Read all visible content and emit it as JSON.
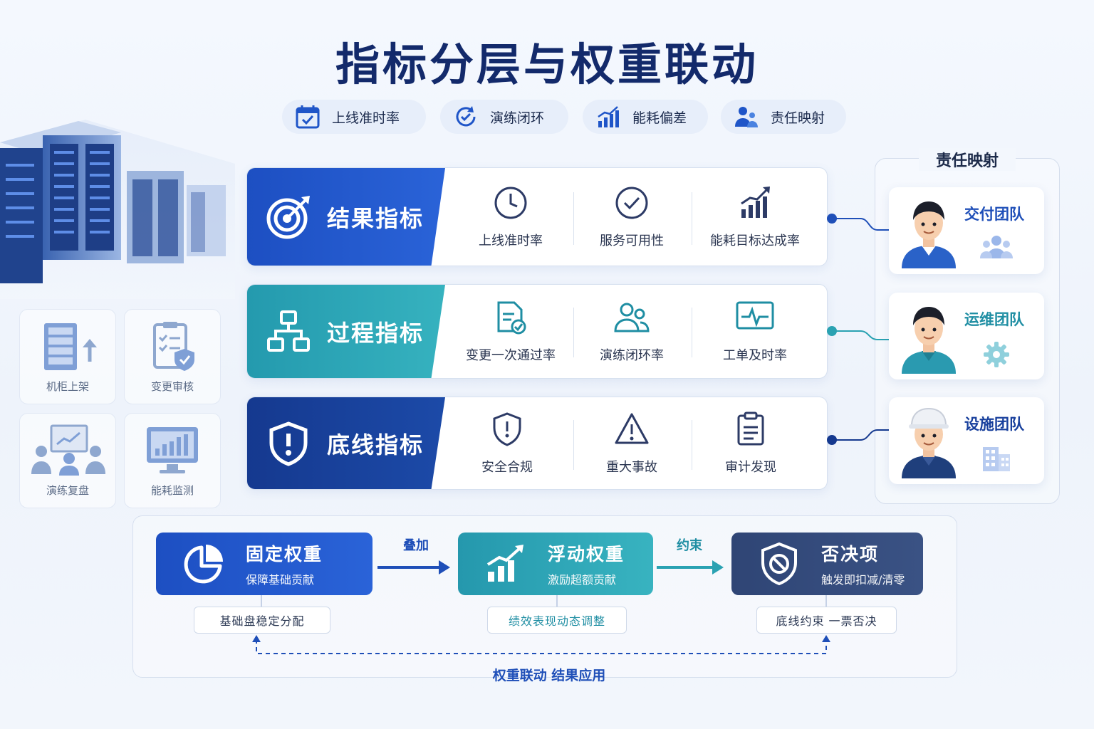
{
  "title": "指标分层与权重联动",
  "chips": [
    {
      "label": "上线准时率",
      "icon": "calendar-check-icon"
    },
    {
      "label": "演练闭环",
      "icon": "cycle-check-icon"
    },
    {
      "label": "能耗偏差",
      "icon": "bar-trend-icon"
    },
    {
      "label": "责任映射",
      "icon": "team-icon"
    }
  ],
  "tiles": [
    {
      "label": "机柜上架",
      "icon": "server-rack-icon"
    },
    {
      "label": "变更审核",
      "icon": "checklist-shield-icon"
    },
    {
      "label": "演练复盘",
      "icon": "meeting-icon"
    },
    {
      "label": "能耗监测",
      "icon": "monitor-chart-icon"
    }
  ],
  "rows": [
    {
      "title": "结果指标",
      "color": "#1f55c8",
      "icon": "target-icon",
      "metrics": [
        {
          "label": "上线准时率",
          "icon": "clock-icon"
        },
        {
          "label": "服务可用性",
          "icon": "check-circle-icon"
        },
        {
          "label": "能耗目标达成率",
          "icon": "bar-chart-icon"
        }
      ]
    },
    {
      "title": "过程指标",
      "color": "#2aa2b2",
      "icon": "hierarchy-icon",
      "metrics": [
        {
          "label": "变更一次通过率",
          "icon": "doc-check-icon"
        },
        {
          "label": "演练闭环率",
          "icon": "people-icon"
        },
        {
          "label": "工单及时率",
          "icon": "pulse-monitor-icon"
        }
      ]
    },
    {
      "title": "底线指标",
      "color": "#173f9c",
      "icon": "shield-alert-icon",
      "metrics": [
        {
          "label": "安全合规",
          "icon": "shield-exclaim-icon"
        },
        {
          "label": "重大事故",
          "icon": "warning-triangle-icon"
        },
        {
          "label": "审计发现",
          "icon": "clipboard-icon"
        }
      ]
    }
  ],
  "responsibility": {
    "title": "责任映射",
    "teams": [
      {
        "label": "交付团队",
        "icon": "group-icon"
      },
      {
        "label": "运维团队",
        "icon": "gear-icon"
      },
      {
        "label": "设施团队",
        "icon": "building-icon"
      }
    ]
  },
  "weights": [
    {
      "title": "固定权重",
      "sub": "保障基础贡献",
      "box": "基础盘稳定分配",
      "color": "#1f55c8",
      "icon": "pie-icon"
    },
    {
      "title": "浮动权重",
      "sub": "激励超额贡献",
      "box": "绩效表现动态调整",
      "color": "#2aa2b2",
      "icon": "growth-bars-icon"
    },
    {
      "title": "否决项",
      "sub": "触发即扣减/清零",
      "box": "底线约束 一票否决",
      "color": "#334a78",
      "icon": "shield-ban-icon"
    }
  ],
  "connectors": {
    "first": "叠加",
    "second": "约束"
  },
  "bottom_caption": "权重联动 结果应用"
}
